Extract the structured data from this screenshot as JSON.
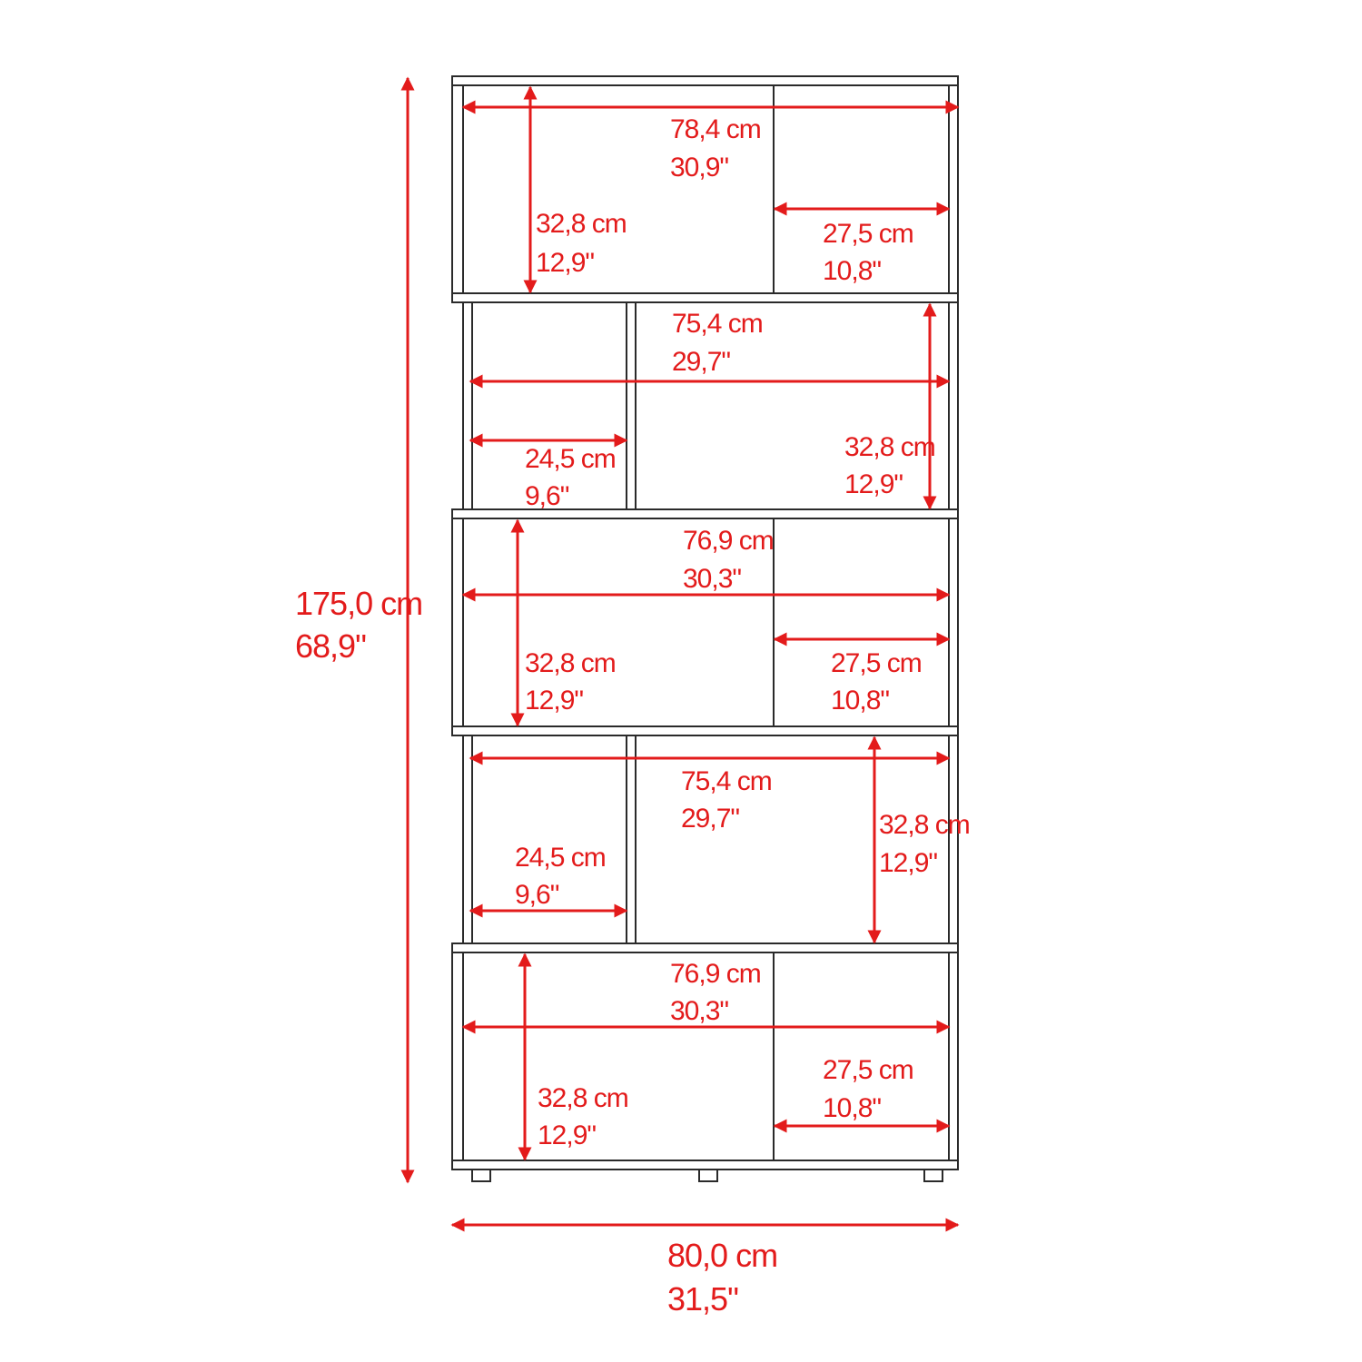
{
  "colors": {
    "dimension": "#e31b1b",
    "outline": "#2a2a2a",
    "background": "#ffffff"
  },
  "overall": {
    "height": {
      "cm": "175,0 cm",
      "in": "68,9\""
    },
    "width": {
      "cm": "80,0 cm",
      "in": "31,5\""
    }
  },
  "compartments": [
    {
      "width": {
        "cm": "78,4 cm",
        "in": "30,9\""
      },
      "height": {
        "cm": "32,8 cm",
        "in": "12,9\""
      },
      "side": {
        "cm": "27,5 cm",
        "in": "10,8\""
      }
    },
    {
      "width": {
        "cm": "75,4 cm",
        "in": "29,7\""
      },
      "height": {
        "cm": "32,8 cm",
        "in": "12,9\""
      },
      "side": {
        "cm": "24,5 cm",
        "in": "9,6\""
      }
    },
    {
      "width": {
        "cm": "76,9 cm",
        "in": "30,3\""
      },
      "height": {
        "cm": "32,8 cm",
        "in": "12,9\""
      },
      "side": {
        "cm": "27,5 cm",
        "in": "10,8\""
      }
    },
    {
      "width": {
        "cm": "75,4 cm",
        "in": "29,7\""
      },
      "height": {
        "cm": "32,8 cm",
        "in": "12,9\""
      },
      "side": {
        "cm": "24,5 cm",
        "in": "9,6\""
      }
    },
    {
      "width": {
        "cm": "76,9 cm",
        "in": "30,3\""
      },
      "height": {
        "cm": "32,8 cm",
        "in": "12,9\""
      },
      "side": {
        "cm": "27,5 cm",
        "in": "10,8\""
      }
    }
  ]
}
